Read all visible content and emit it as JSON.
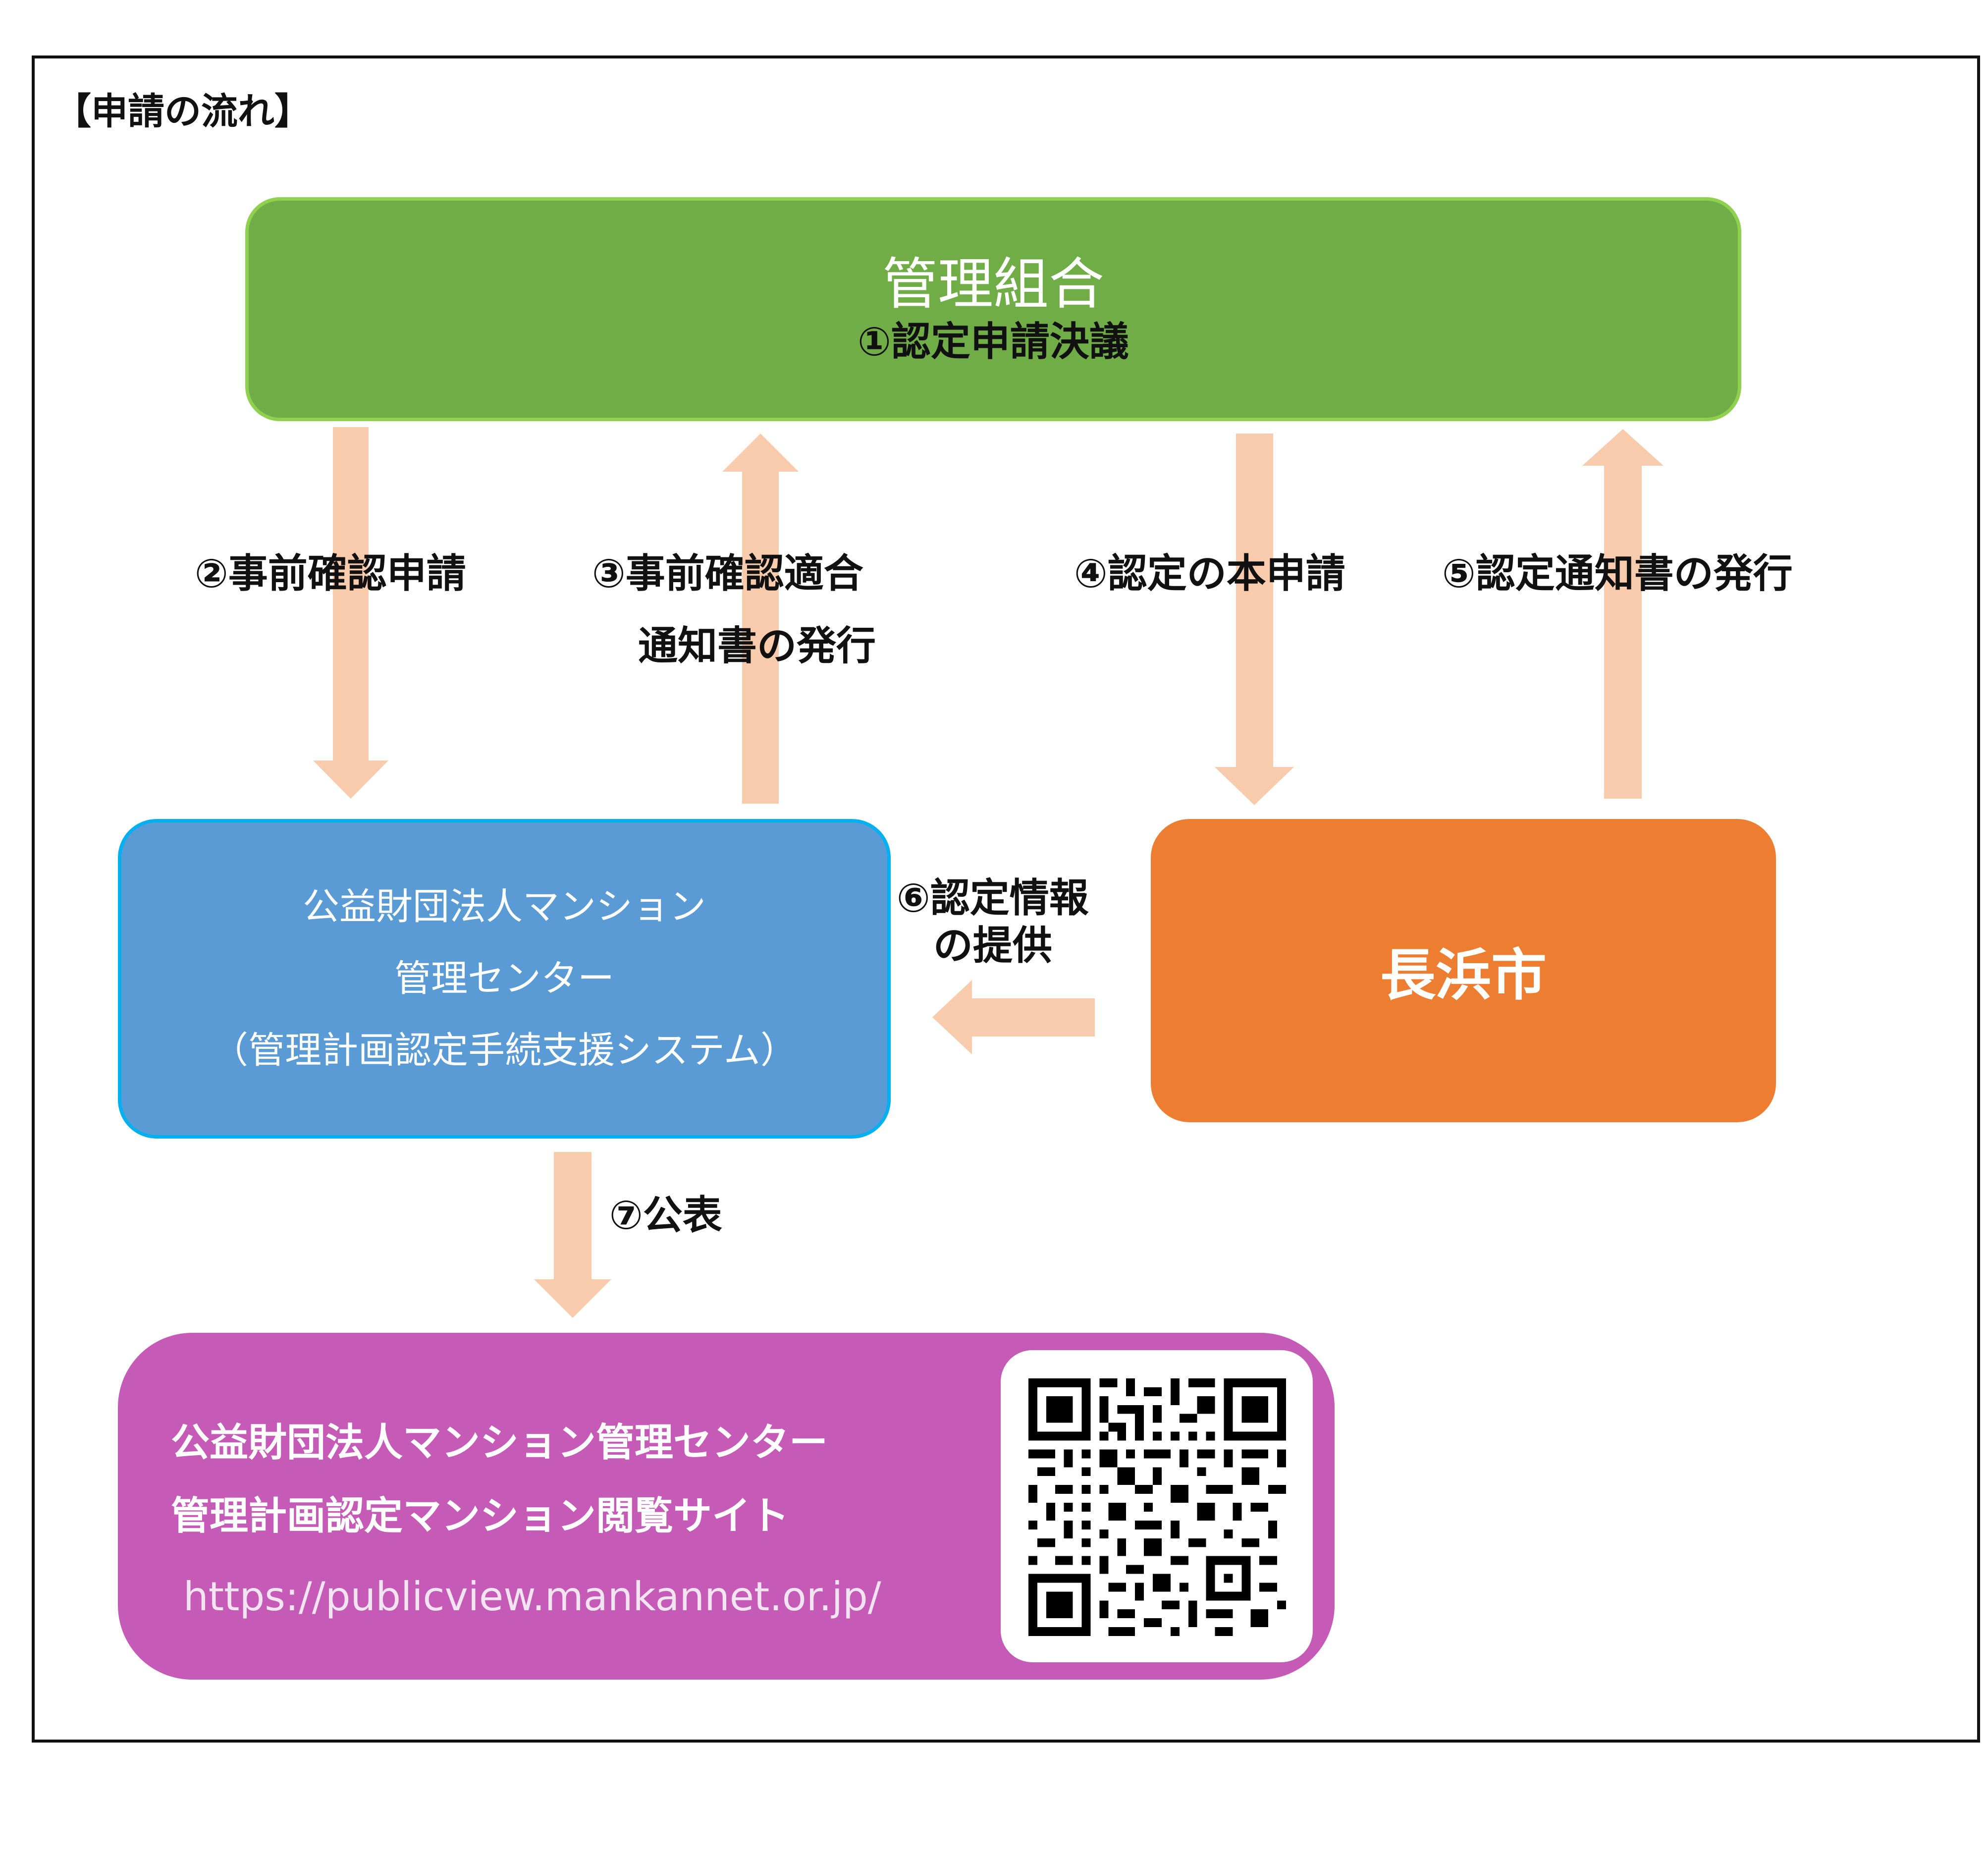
{
  "section_title": "【申請の流れ】",
  "nodes": {
    "association": {
      "title": "管理組合",
      "step": "①認定申請決議"
    },
    "center": {
      "line1": "公益財団法人マンション",
      "line2": "管理センター",
      "line3": "（管理計画認定手続支援システム）"
    },
    "city": {
      "title": "長浜市"
    },
    "site": {
      "line1": "公益財団法人マンション管理センター",
      "line2": "管理計画認定マンション閲覧サイト",
      "url": "https://publicview.mankannet.or.jp/"
    }
  },
  "flows": {
    "step2": "②事前確認申請",
    "step3_line1": "③事前確認適合",
    "step3_line2": "通知書の発行",
    "step4": "④認定の本申請",
    "step5": "⑤認定通知書の発行",
    "step6_line1": "⑥認定情報",
    "step6_line2": "の提供",
    "step7": "⑦公表"
  },
  "colors": {
    "association": "#70ad47",
    "center": "#5b9bd5",
    "city": "#ed7d31",
    "site": "#c55bb7",
    "arrow": "#f8cbad"
  },
  "icons": {
    "qr_code": "qr-code-icon"
  }
}
